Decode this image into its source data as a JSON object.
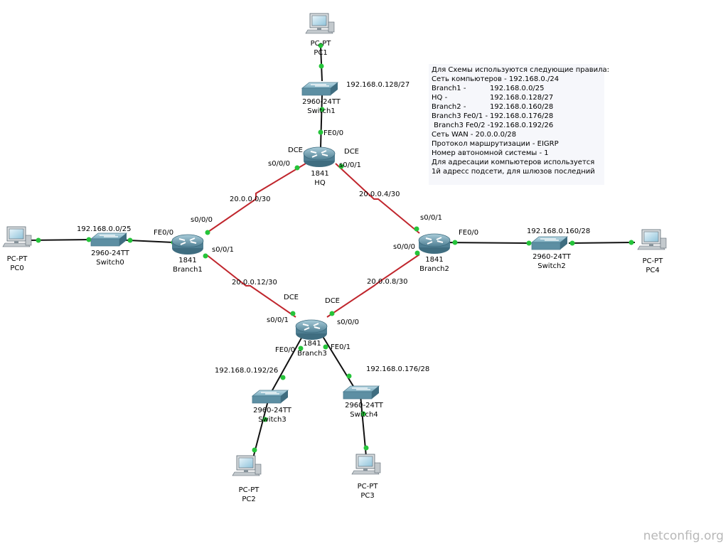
{
  "rules": {
    "title": "Для Схемы используются следующие правила:",
    "lines": [
      {
        "key": "Сеть компьютеров - 192.168.0./24",
        "value": ""
      },
      {
        "key": "Branch1 -",
        "value": "192.168.0.0/25"
      },
      {
        "key": "HQ -",
        "value": "192.168.0.128/27"
      },
      {
        "key": "Branch2 -",
        "value": "192.168.0.160/28"
      },
      {
        "key": "Branch3 Fe0/1 -",
        "value": "192.168.0.176/28"
      },
      {
        "key": " Branch3 Fe0/2 -",
        "value": "192.168.0.192/26"
      },
      {
        "key": "Сеть WAN - 20.0.0.0/28",
        "value": ""
      },
      {
        "key": "Протокол маршрутизации - EIGRP",
        "value": ""
      },
      {
        "key": "Номер автономной системы - 1",
        "value": ""
      },
      {
        "key": "Для адресации компьютеров используется",
        "value": ""
      },
      {
        "key": "1й адресс подсети, для шлюзов последний",
        "value": ""
      }
    ]
  },
  "devices": {
    "pc1": {
      "model": "PC-PT",
      "name": "PC1"
    },
    "switch1": {
      "model": "2960-24TT",
      "name": "Switch1"
    },
    "hq": {
      "model": "1841",
      "name": "HQ"
    },
    "branch1": {
      "model": "1841",
      "name": "Branch1"
    },
    "branch2": {
      "model": "1841",
      "name": "Branch2"
    },
    "branch3": {
      "model": "1841",
      "name": "Branch3"
    },
    "switch0": {
      "model": "2960-24TT",
      "name": "Switch0"
    },
    "pc0": {
      "model": "PC-PT",
      "name": "PC0"
    },
    "switch2": {
      "model": "2960-24TT",
      "name": "Switch2"
    },
    "pc4": {
      "model": "PC-PT",
      "name": "PC4"
    },
    "switch3": {
      "model": "2960-24TT",
      "name": "Switch3"
    },
    "pc2": {
      "model": "PC-PT",
      "name": "PC2"
    },
    "switch4": {
      "model": "2960-24TT",
      "name": "Switch4"
    },
    "pc3": {
      "model": "PC-PT",
      "name": "PC3"
    }
  },
  "subnets": {
    "hq_lan": "192.168.0.128/27",
    "branch1_lan": "192.168.0.0/25",
    "branch2_lan": "192.168.0.160/28",
    "branch3_fe00_lan": "192.168.0.192/26",
    "branch3_fe01_lan": "192.168.0.176/28"
  },
  "wan": {
    "hq_branch1": "20.0.0.0/30",
    "hq_branch2": "20.0.0.4/30",
    "branch2_branch3": "20.0.0.8/30",
    "branch1_branch3": "20.0.0.12/30"
  },
  "ports": {
    "hq_fe00": "FE0/0",
    "hq_s000": "s0/0/0",
    "hq_s001": "s0/0/1",
    "hq_dce_left": "DCE",
    "hq_dce_right": "DCE",
    "b1_fe00": "FE0/0",
    "b1_s000": "s0/0/0",
    "b1_s001": "s0/0/1",
    "b2_fe00": "FE0/0",
    "b2_s001": "s0/0/1",
    "b2_s000": "s0/0/0",
    "b3_s001": "s0/0/1",
    "b3_s000": "s0/0/0",
    "b3_dce_left": "DCE",
    "b3_dce_right": "DCE",
    "b3_fe00": "FE0/0",
    "b3_fe01": "FE0/1"
  },
  "colors": {
    "ethernet": "#111111",
    "serial": "#c0262d",
    "port_dot": "#25c43a"
  },
  "watermark": "netconfig.org"
}
